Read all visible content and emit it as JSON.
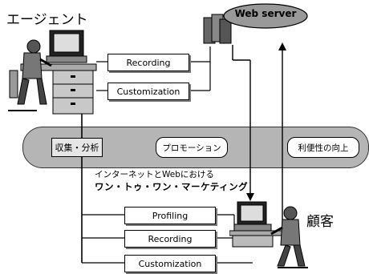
{
  "agent": {
    "label": "エージェント"
  },
  "customer": {
    "label": "顧客"
  },
  "server": {
    "label": "Web server"
  },
  "agent_boxes": {
    "recording": "Recording",
    "customization": "Customization"
  },
  "band": {
    "analysis": "収集・分析",
    "promotion": "プロモーション",
    "convenience": "利便性の向上"
  },
  "tagline": {
    "line1": "インターネットとWebにおける",
    "line2": "ワン・トゥ・ワン・マーケティング"
  },
  "customer_boxes": {
    "profiling": "Profiling",
    "recording": "Recording",
    "customization": "Customization"
  }
}
